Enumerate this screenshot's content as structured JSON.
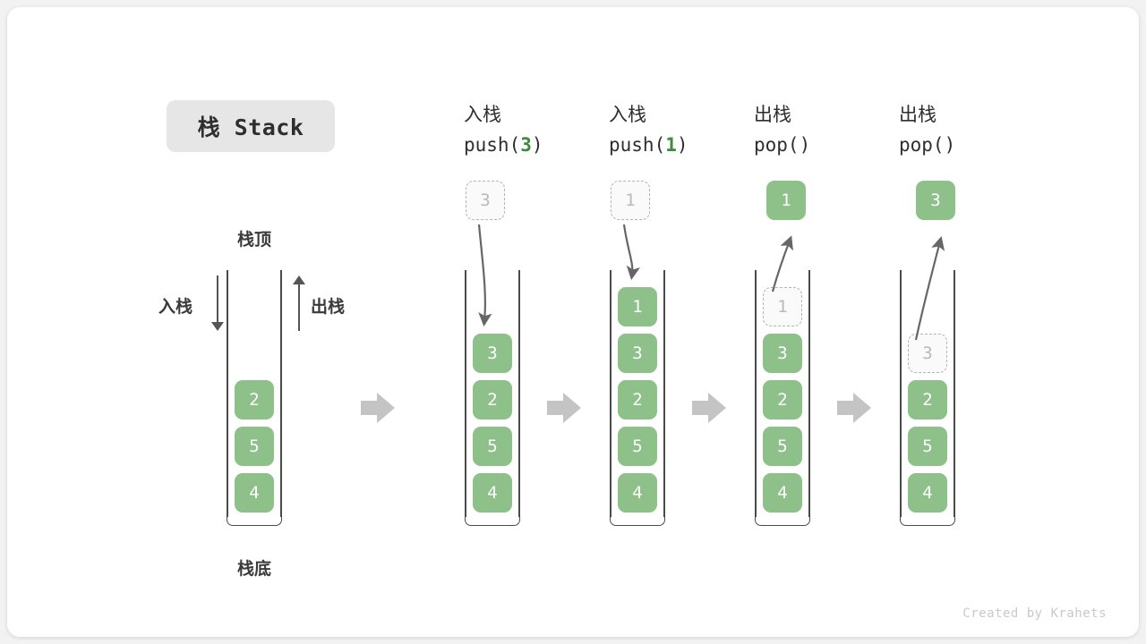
{
  "title": {
    "text": "栈 Stack"
  },
  "credit": "Created by Krahets",
  "colors": {
    "element_green": "#8ec08a",
    "highlight_green": "#3c8c3c",
    "ghost_border": "#b4b4b4",
    "ghost_text": "#b9b9b9",
    "container_line": "#4a4a4a",
    "block_arrow": "#c4c4c4",
    "curve_arrow": "#666666",
    "card_bg": "#ffffff",
    "page_bg": "#f2f2f2"
  },
  "initial_stack": {
    "top_label": "栈顶",
    "bottom_label": "栈底",
    "push_label": "入栈",
    "pop_label": "出栈",
    "values": [
      "2",
      "5",
      "4"
    ]
  },
  "steps": [
    {
      "op_cn": "入栈",
      "op_code_prefix": "push(",
      "op_code_arg": "3",
      "op_code_suffix": ")",
      "floating": {
        "value": "3",
        "style": "ghost",
        "position": "above"
      },
      "arrow": "down-into-stack",
      "stack": [
        {
          "value": "3",
          "style": "solid"
        },
        {
          "value": "2",
          "style": "solid"
        },
        {
          "value": "5",
          "style": "solid"
        },
        {
          "value": "4",
          "style": "solid"
        }
      ]
    },
    {
      "op_cn": "入栈",
      "op_code_prefix": "push(",
      "op_code_arg": "1",
      "op_code_suffix": ")",
      "floating": {
        "value": "1",
        "style": "ghost",
        "position": "above"
      },
      "arrow": "down-into-stack",
      "stack": [
        {
          "value": "1",
          "style": "solid"
        },
        {
          "value": "3",
          "style": "solid"
        },
        {
          "value": "2",
          "style": "solid"
        },
        {
          "value": "5",
          "style": "solid"
        },
        {
          "value": "4",
          "style": "solid"
        }
      ]
    },
    {
      "op_cn": "出栈",
      "op_code_prefix": "pop(",
      "op_code_arg": "",
      "op_code_suffix": ")",
      "floating": {
        "value": "1",
        "style": "solid",
        "position": "above"
      },
      "arrow": "up-out-of-stack",
      "stack": [
        {
          "value": "1",
          "style": "ghost"
        },
        {
          "value": "3",
          "style": "solid"
        },
        {
          "value": "2",
          "style": "solid"
        },
        {
          "value": "5",
          "style": "solid"
        },
        {
          "value": "4",
          "style": "solid"
        }
      ]
    },
    {
      "op_cn": "出栈",
      "op_code_prefix": "pop(",
      "op_code_arg": "",
      "op_code_suffix": ")",
      "floating": {
        "value": "3",
        "style": "solid",
        "position": "above"
      },
      "arrow": "up-out-of-stack",
      "stack": [
        {
          "value": "3",
          "style": "ghost"
        },
        {
          "value": "2",
          "style": "solid"
        },
        {
          "value": "5",
          "style": "solid"
        },
        {
          "value": "4",
          "style": "solid"
        }
      ]
    }
  ],
  "transition_arrow_icon": "right-block-arrow"
}
